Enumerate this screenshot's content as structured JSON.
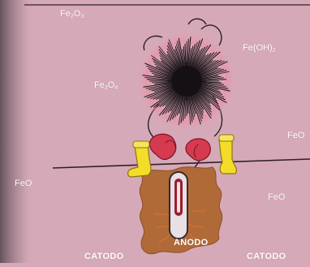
{
  "labels": {
    "fe2o3_top": {
      "base": "Fe",
      "sub": "2",
      "mid": "O",
      "sub2": "3"
    },
    "fe_oh_2": {
      "base": "Fe(OH)",
      "sub": "2"
    },
    "fe3o4": {
      "base": "Fe",
      "sub": "3",
      "mid": "O",
      "sub2": "4"
    },
    "feo_right": "FeO",
    "feo_left": "FeO",
    "feo_bottom_right": "FeO",
    "anodo": "ANODO",
    "catodo_left": "CATODO",
    "catodo_right": "CATODO"
  },
  "icons": {
    "spiky_ball": "black-spiky-ball-icon",
    "red_gloves": "red-glove-icon",
    "yellow_boots": "yellow-boot-icon",
    "anode_tube": "anode-electrode-icon"
  },
  "colors": {
    "background": "#d6a9b8",
    "electrolyte": "#b06a38",
    "glove": "#d63a4e",
    "boot": "#f3dc2a",
    "label_text": "#ffffff"
  }
}
